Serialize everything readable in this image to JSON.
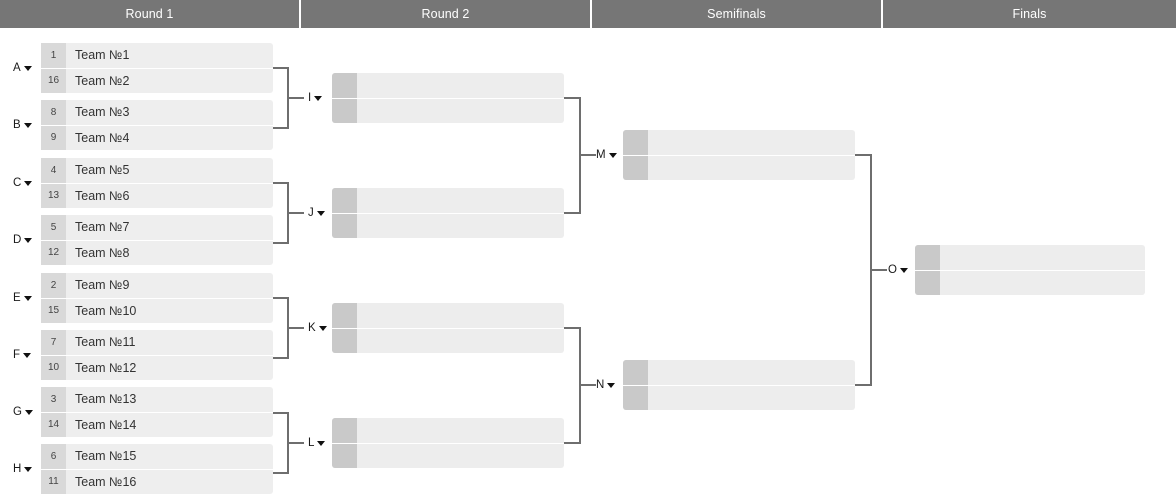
{
  "header": {
    "columns": [
      {
        "label": "Round 1"
      },
      {
        "label": "Round 2"
      },
      {
        "label": "Semifinals"
      },
      {
        "label": "Finals"
      }
    ]
  },
  "colors": {
    "header_bg": "#767676",
    "header_text": "#ffffff",
    "row_bg": "#eeeeee",
    "seed_bg": "#d9d9d9",
    "slot_bg": "#ededed",
    "slot_seed_bg": "#c9c9c9",
    "connector": "#6e6e6e",
    "text": "#333333"
  },
  "round1": {
    "matches": [
      {
        "tag": "A",
        "caret": "chevron-down-icon",
        "competitors": [
          {
            "seed": "1",
            "name": "Team №1"
          },
          {
            "seed": "16",
            "name": "Team №2"
          }
        ]
      },
      {
        "tag": "B",
        "caret": "chevron-down-icon",
        "competitors": [
          {
            "seed": "8",
            "name": "Team №3"
          },
          {
            "seed": "9",
            "name": "Team №4"
          }
        ]
      },
      {
        "tag": "C",
        "caret": "chevron-down-icon",
        "competitors": [
          {
            "seed": "4",
            "name": "Team №5"
          },
          {
            "seed": "13",
            "name": "Team №6"
          }
        ]
      },
      {
        "tag": "D",
        "caret": "chevron-down-icon",
        "competitors": [
          {
            "seed": "5",
            "name": "Team №7"
          },
          {
            "seed": "12",
            "name": "Team №8"
          }
        ]
      },
      {
        "tag": "E",
        "caret": "chevron-down-icon",
        "competitors": [
          {
            "seed": "2",
            "name": "Team №9"
          },
          {
            "seed": "15",
            "name": "Team №10"
          }
        ]
      },
      {
        "tag": "F",
        "caret": "chevron-down-icon",
        "competitors": [
          {
            "seed": "7",
            "name": "Team №11"
          },
          {
            "seed": "10",
            "name": "Team №12"
          }
        ]
      },
      {
        "tag": "G",
        "caret": "chevron-down-icon",
        "competitors": [
          {
            "seed": "3",
            "name": "Team №13"
          },
          {
            "seed": "14",
            "name": "Team №14"
          }
        ]
      },
      {
        "tag": "H",
        "caret": "chevron-down-icon",
        "competitors": [
          {
            "seed": "6",
            "name": "Team №15"
          },
          {
            "seed": "11",
            "name": "Team №16"
          }
        ]
      }
    ]
  },
  "round2": {
    "matches": [
      {
        "tag": "I",
        "caret": "chevron-down-icon",
        "competitors": [
          {
            "seed": "",
            "name": ""
          },
          {
            "seed": "",
            "name": ""
          }
        ]
      },
      {
        "tag": "J",
        "caret": "chevron-down-icon",
        "competitors": [
          {
            "seed": "",
            "name": ""
          },
          {
            "seed": "",
            "name": ""
          }
        ]
      },
      {
        "tag": "K",
        "caret": "chevron-down-icon",
        "competitors": [
          {
            "seed": "",
            "name": ""
          },
          {
            "seed": "",
            "name": ""
          }
        ]
      },
      {
        "tag": "L",
        "caret": "chevron-down-icon",
        "competitors": [
          {
            "seed": "",
            "name": ""
          },
          {
            "seed": "",
            "name": ""
          }
        ]
      }
    ]
  },
  "semifinals": {
    "matches": [
      {
        "tag": "M",
        "caret": "chevron-down-icon",
        "competitors": [
          {
            "seed": "",
            "name": ""
          },
          {
            "seed": "",
            "name": ""
          }
        ]
      },
      {
        "tag": "N",
        "caret": "chevron-down-icon",
        "competitors": [
          {
            "seed": "",
            "name": ""
          },
          {
            "seed": "",
            "name": ""
          }
        ]
      }
    ]
  },
  "finals": {
    "matches": [
      {
        "tag": "O",
        "caret": "chevron-down-icon",
        "competitors": [
          {
            "seed": "",
            "name": ""
          },
          {
            "seed": "",
            "name": ""
          }
        ]
      }
    ]
  }
}
